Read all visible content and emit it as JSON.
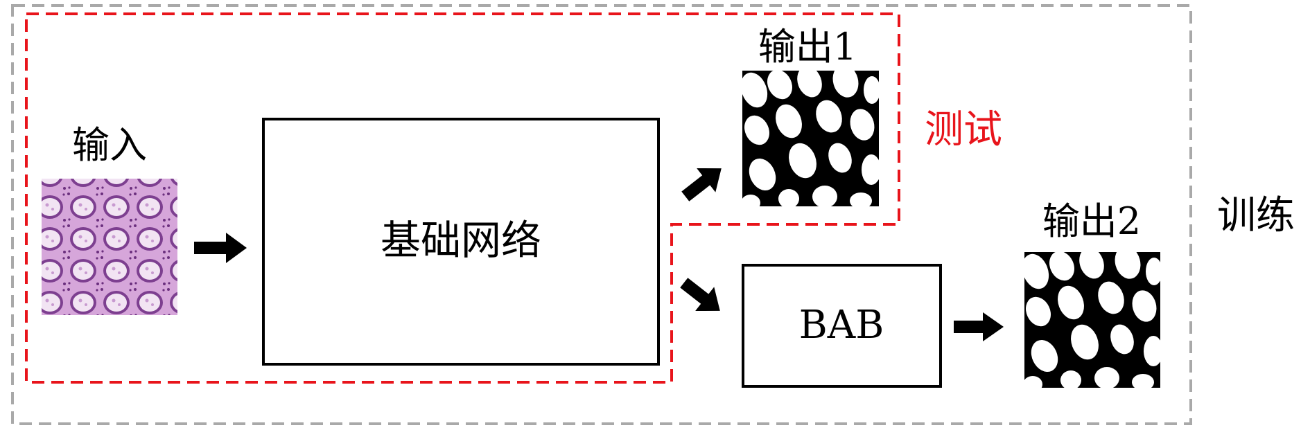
{
  "labels": {
    "input": "输入",
    "backbone": "基础网络",
    "bab": "BAB",
    "output1": "输出1",
    "output2": "输出2",
    "test": "测试",
    "train": "训练"
  },
  "colors": {
    "train_border": "#a9a9a9",
    "test_border": "#e8141b",
    "test_text": "#e8141b",
    "tissue_background": "#d9a9dc",
    "tissue_gland": "#f3e6f4",
    "tissue_nuclei": "#7a3f8c",
    "mask_background": "#000000",
    "mask_foreground": "#ffffff"
  },
  "icons": {
    "arrow": "thick-right-arrow"
  }
}
